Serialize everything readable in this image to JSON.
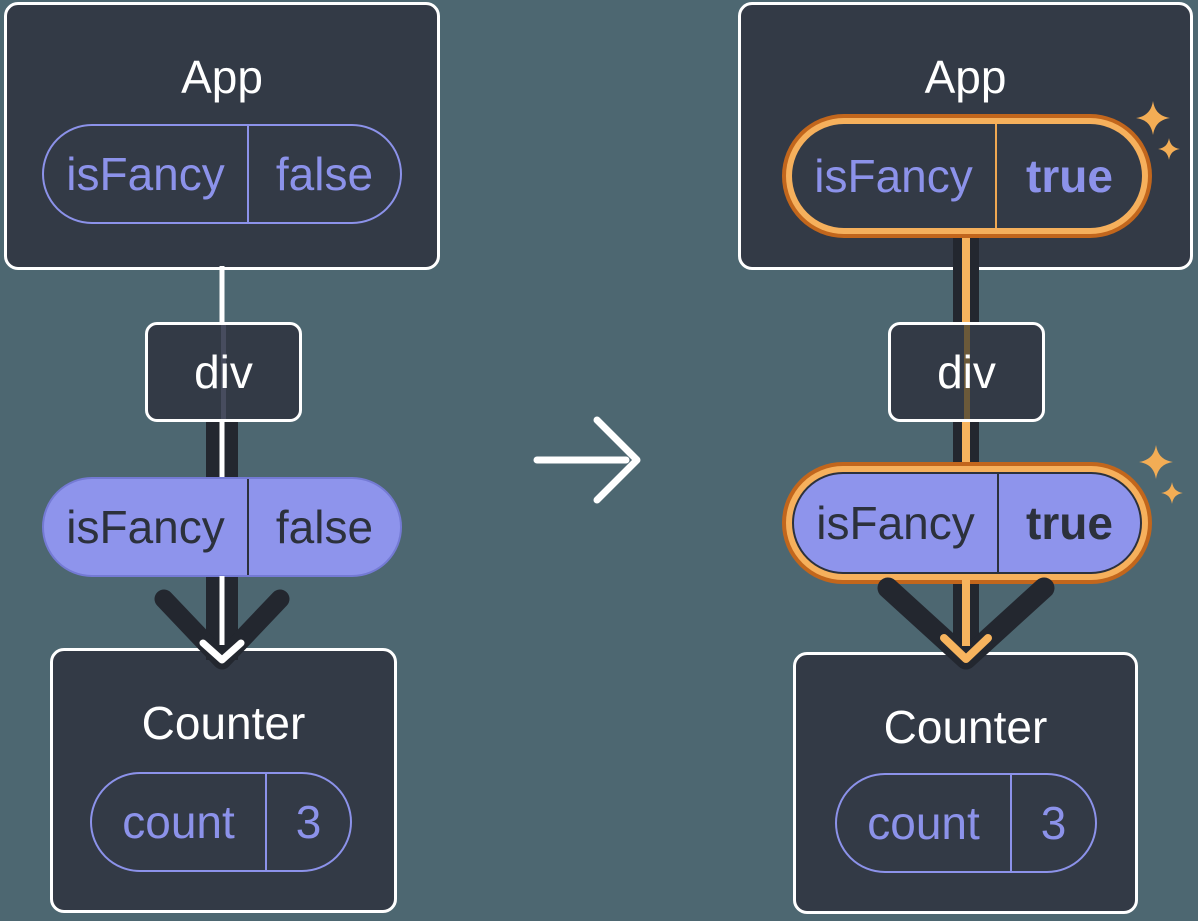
{
  "diagram": {
    "before": {
      "app": {
        "title": "App",
        "prop": {
          "name": "isFancy",
          "value": "false"
        }
      },
      "container": {
        "label": "div"
      },
      "passed_prop": {
        "name": "isFancy",
        "value": "false"
      },
      "counter": {
        "title": "Counter",
        "state": {
          "name": "count",
          "value": "3"
        }
      }
    },
    "after": {
      "app": {
        "title": "App",
        "prop": {
          "name": "isFancy",
          "value": "true"
        }
      },
      "container": {
        "label": "div"
      },
      "passed_prop": {
        "name": "isFancy",
        "value": "true"
      },
      "counter": {
        "title": "Counter",
        "state": {
          "name": "count",
          "value": "3"
        }
      }
    },
    "colors": {
      "background": "#4d6771",
      "card_fill": "#333a46",
      "card_border": "#ffffff",
      "purple_text": "#8c92ea",
      "purple_fill": "#8e94ec",
      "dark_line": "#23272f",
      "highlight_orange_dark": "#c2661c",
      "highlight_orange_light": "#f6b05c",
      "sparkle": "#f3ad55"
    }
  }
}
